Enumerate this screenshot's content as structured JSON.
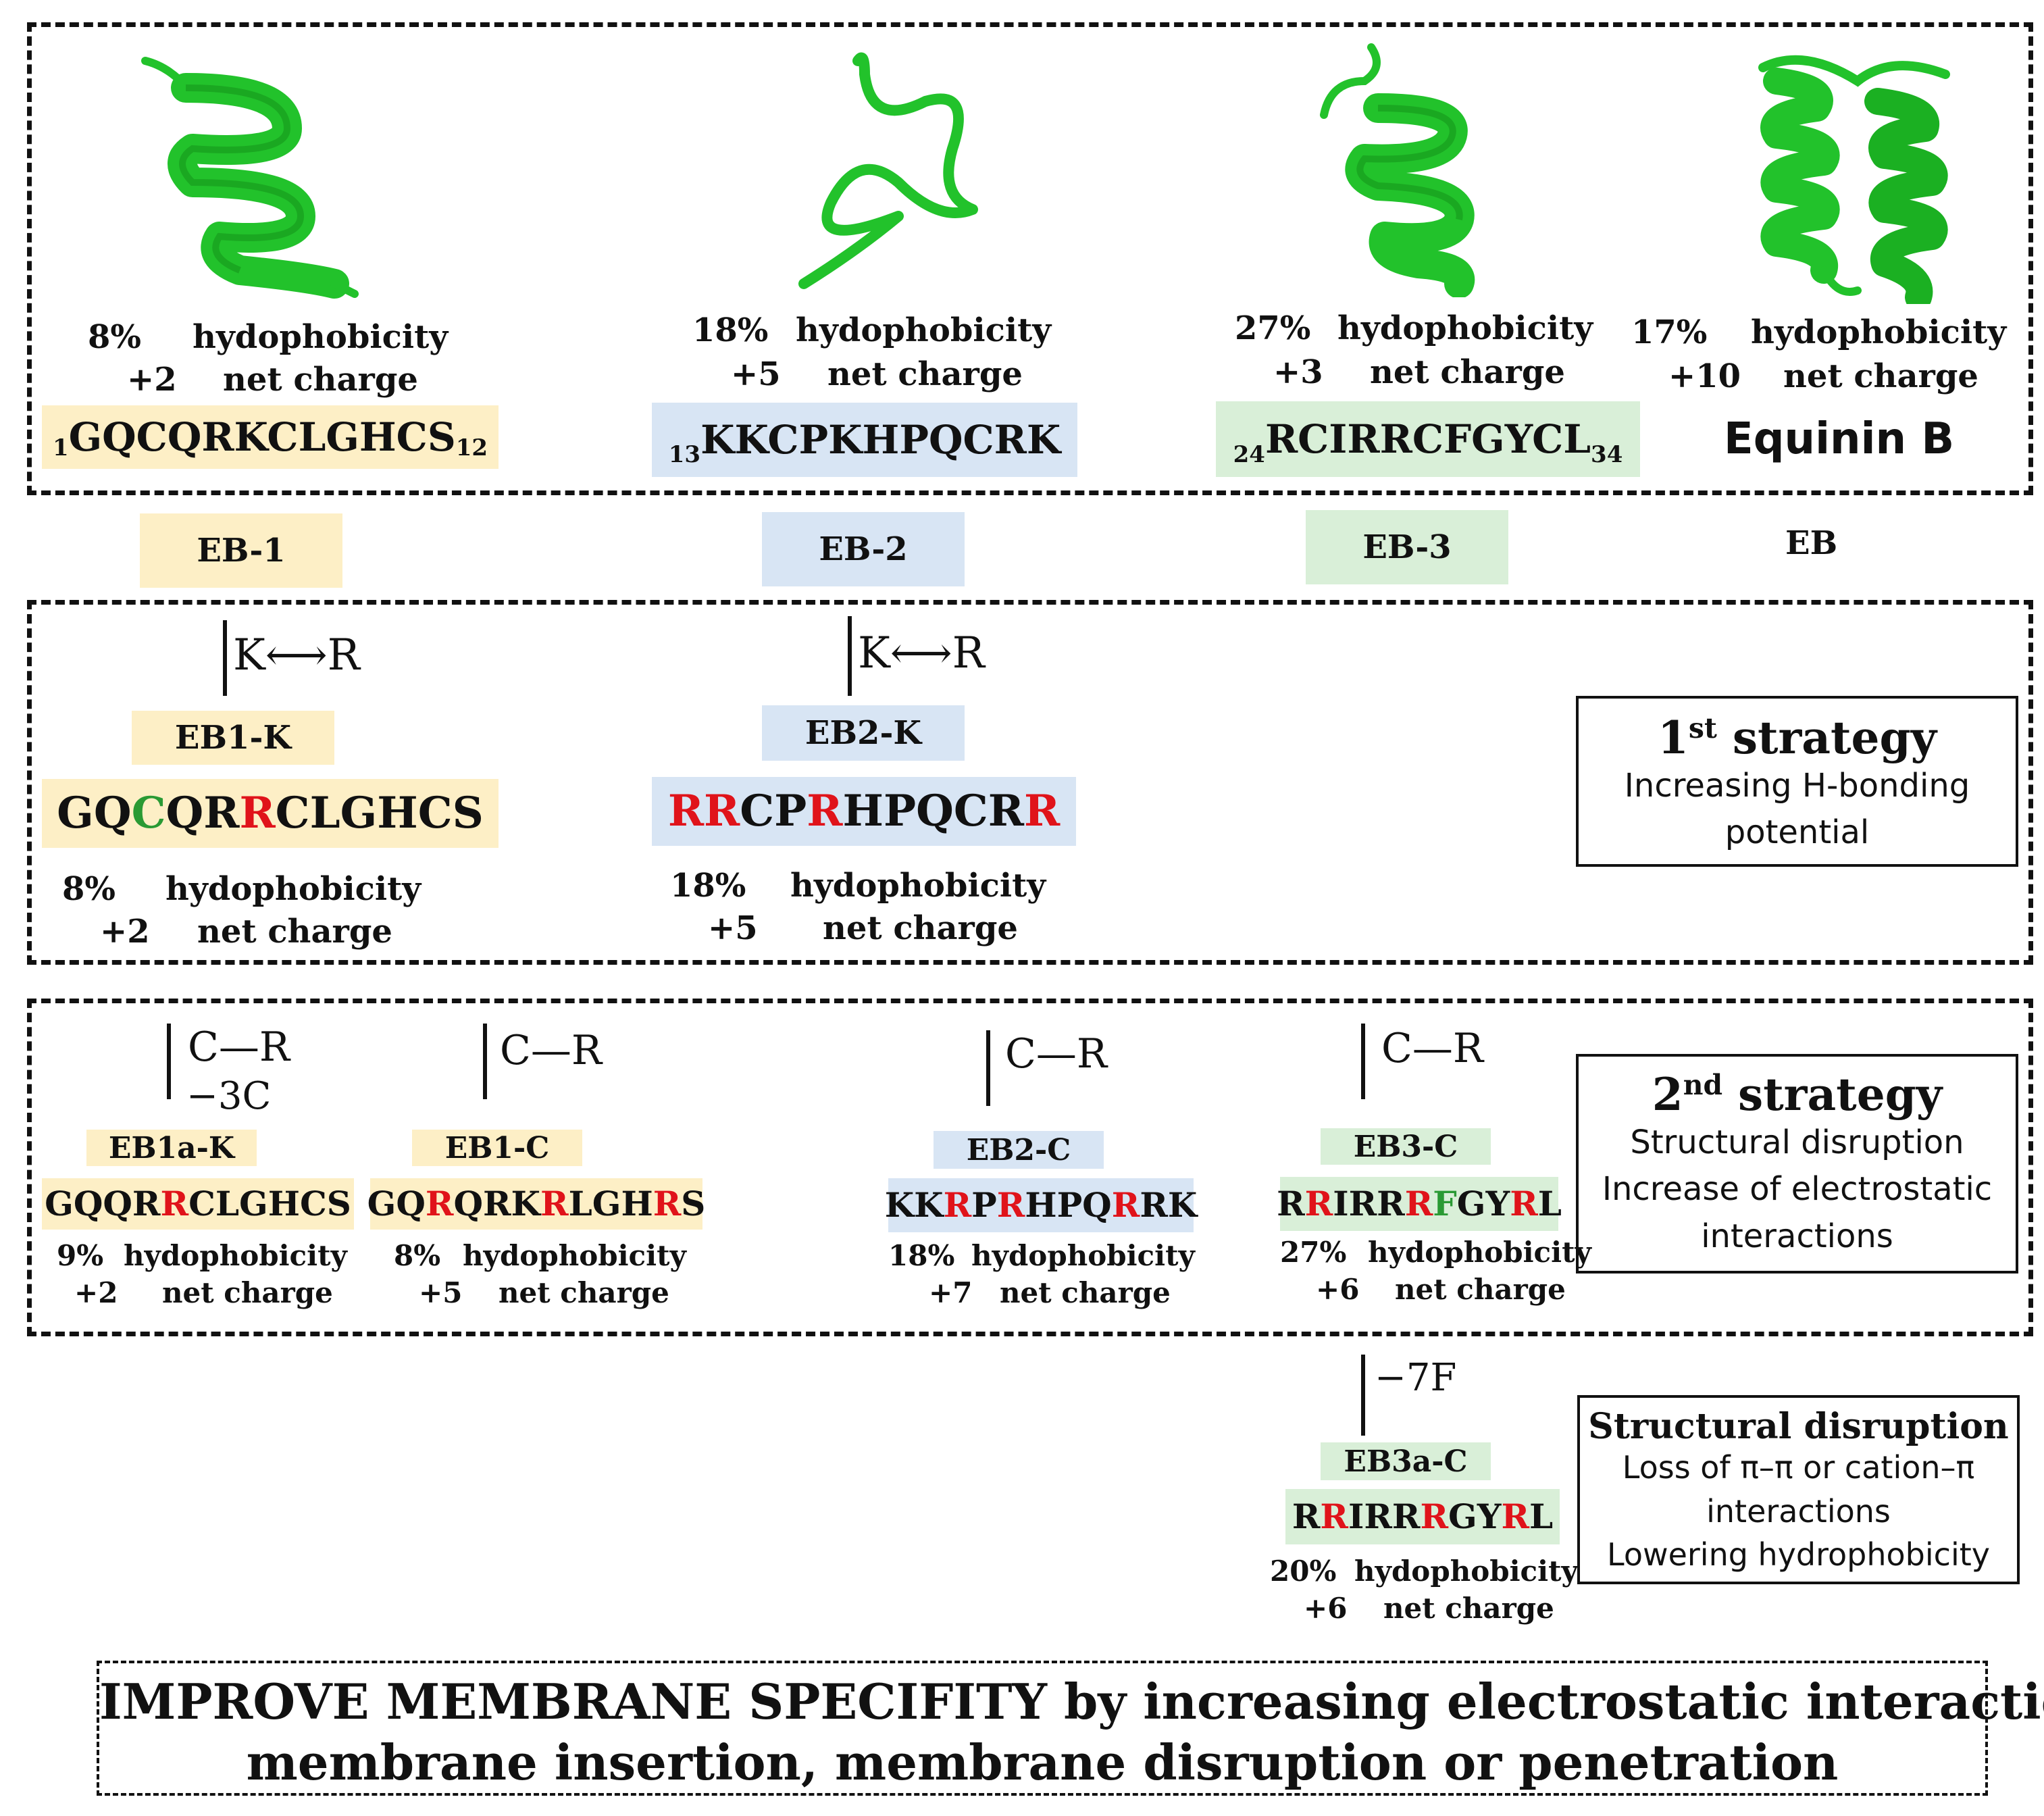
{
  "colors": {
    "helix": "#22c22b",
    "helix_dark": "#128a17",
    "red_residue": "#e0131a",
    "green_residue": "#2a9a34",
    "fragment1_bg": "#fdefc6",
    "fragment2_bg": "#d8e5f4",
    "fragment3_bg": "#d9efd8"
  },
  "icons": [
    "alpha-helix-structure",
    "random-coil-structure",
    "helix-hairpin-structure"
  ],
  "labels": {
    "hydro": "hydophobicity",
    "charge": "net charge"
  },
  "parent": {
    "eb1": {
      "hydro": "8%",
      "charge": "+2",
      "seq_start": "1",
      "seq": "GQCQRKCLGHCS",
      "seq_end": "12",
      "label": "EB-1"
    },
    "eb2": {
      "hydro": "18%",
      "charge": "+5",
      "seq_start": "13",
      "seq": "KKCPKHPQCRK",
      "label": "EB-2"
    },
    "eb3": {
      "hydro": "27%",
      "charge": "+3",
      "seq_start": "24",
      "seq": "RCIRRCFGYCL",
      "seq_end": "34",
      "label": "EB-3"
    },
    "eb": {
      "hydro": "17%",
      "charge": "+10",
      "name": "Equinin B",
      "label": "EB"
    }
  },
  "strategy1": {
    "mutation": "K⟷R",
    "eb1k": {
      "label": "EB1-K",
      "hydro": "8%",
      "charge": "+2"
    },
    "eb2k": {
      "label": "EB2-K",
      "hydro": "18%",
      "charge": "+5"
    },
    "title": "1st strategy",
    "desc1": "Increasing H-bonding",
    "desc2": "potential"
  },
  "strategy2": {
    "mut_cr": "C—R",
    "mut_del": "−3C",
    "eb1ak": {
      "label": "EB1a-K",
      "hydro": "9%",
      "charge": "+2"
    },
    "eb1c": {
      "label": "EB1-C",
      "hydro": "8%",
      "charge": "+5"
    },
    "eb2c": {
      "label": "EB2-C",
      "hydro": "18%",
      "charge": "+7"
    },
    "eb3c": {
      "label": "EB3-C",
      "hydro": "27%",
      "charge": "+6"
    },
    "title": "2nd strategy",
    "desc1": "Structural disruption",
    "desc2": "Increase of electrostatic",
    "desc3": "interactions"
  },
  "strategy3": {
    "mut": "−7F",
    "eb3ac": {
      "label": "EB3a-C",
      "hydro": "20%",
      "charge": "+6"
    },
    "title": "Structural disruption",
    "desc1": "Loss of π–π or cation–π",
    "desc2": "interactions",
    "desc3": "Lowering hydrophobicity"
  },
  "footer": {
    "line1": "IMPROVE MEMBRANE SPECIFITY by increasing electrostatic interactions,",
    "line2": "membrane insertion, membrane disruption or penetration"
  }
}
